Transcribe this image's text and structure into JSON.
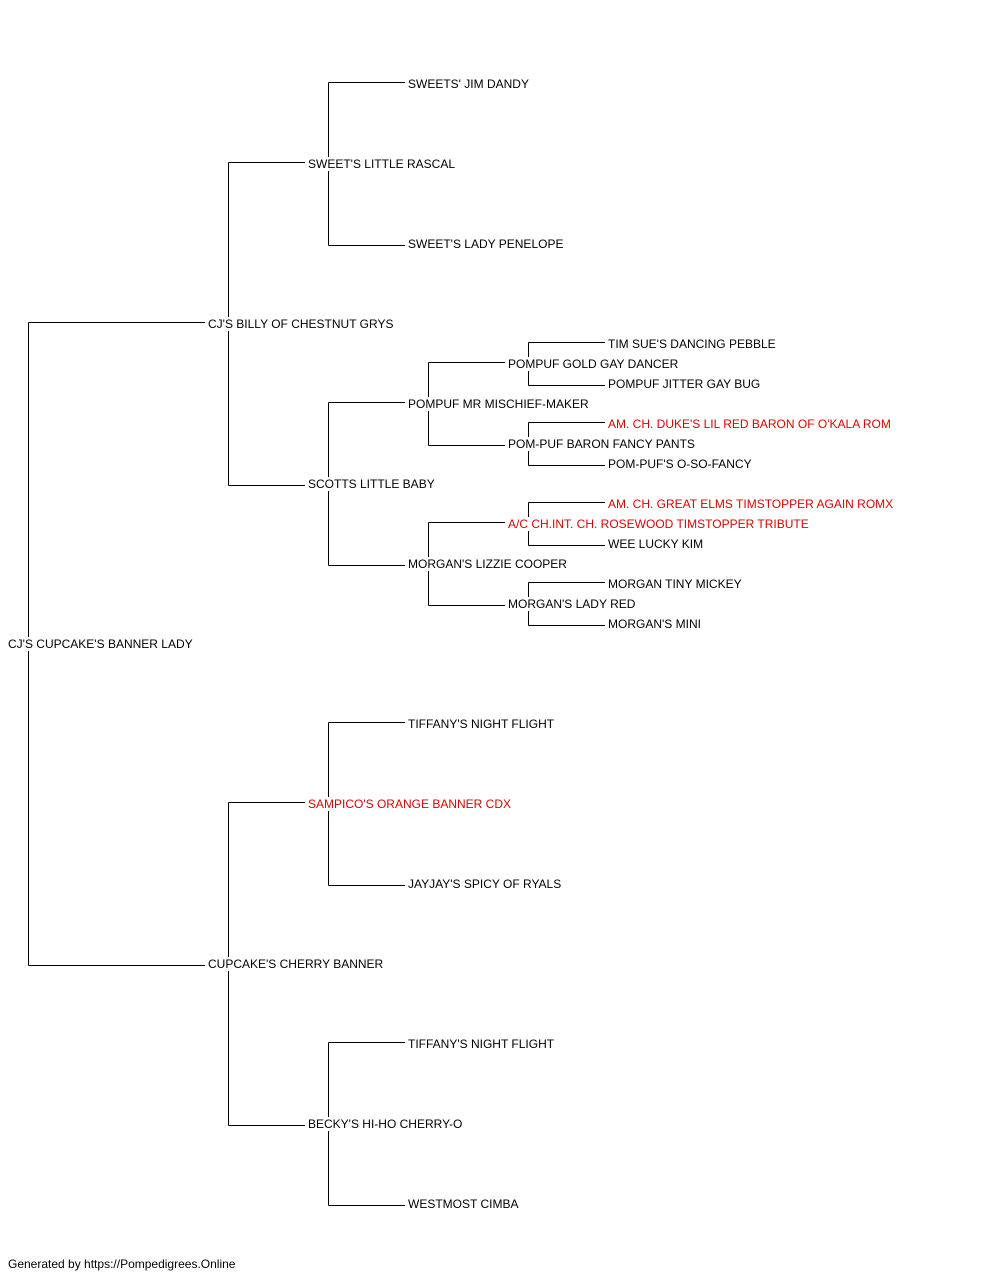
{
  "pedigree": {
    "subject": "CJ'S CUPCAKE'S BANNER LADY",
    "sire": "CJ'S BILLY OF CHESTNUT GRYS",
    "dam": "CUPCAKE'S CHERRY BANNER",
    "sire_sire": "SWEET'S LITTLE RASCAL",
    "sire_dam": "SCOTTS LITTLE BABY",
    "dam_sire": "SAMPICO'S ORANGE BANNER CDX",
    "dam_dam": "BECKY'S HI-HO CHERRY-O",
    "sire_sire_sire": "SWEETS' JIM DANDY",
    "sire_sire_dam": "SWEET'S LADY PENELOPE",
    "sire_dam_sire": "POMPUF MR MISCHIEF-MAKER",
    "sire_dam_dam": "MORGAN'S LIZZIE COOPER",
    "dam_sire_sire": "TIFFANY'S NIGHT FLIGHT",
    "dam_sire_dam": "JAYJAY'S SPICY OF RYALS",
    "dam_dam_sire": "TIFFANY'S NIGHT FLIGHT",
    "dam_dam_dam": "WESTMOST CIMBA",
    "sds_sire": "POMPUF GOLD GAY DANCER",
    "sds_dam": "POM-PUF BARON FANCY PANTS",
    "sdd_sire": "A/C CH.INT. CH. ROSEWOOD TIMSTOPPER TRIBUTE",
    "sdd_dam": "MORGAN'S LADY RED",
    "sdss_sire": "TIM SUE'S DANCING PEBBLE",
    "sdss_dam": "POMPUF JITTER GAY BUG",
    "sdsd_sire": "AM. CH. DUKE'S LIL RED BARON OF O'KALA ROM",
    "sdsd_dam": "POM-PUF'S O-SO-FANCY",
    "sdds_sire": "AM. CH. GREAT ELMS TIMSTOPPER AGAIN ROMX",
    "sdds_dam": "WEE LUCKY KIM",
    "sddd_sire": "MORGAN TINY MICKEY",
    "sddd_dam": "MORGAN'S MINI"
  },
  "titled_color": "#e00000",
  "line_color": "#000000",
  "footer": "Generated by https://Pompedigrees.Online"
}
